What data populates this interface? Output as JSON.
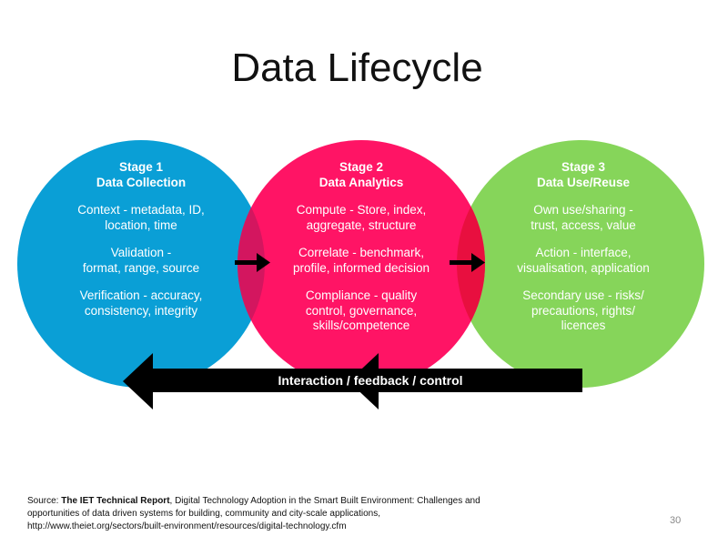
{
  "title": "Data Lifecycle",
  "colors": {
    "stage1": "#0a9fd6",
    "stage2": "#ff1465",
    "stage3": "#86d55a",
    "overlap12": "#d3165f",
    "overlap23": "#e80f3f",
    "arrow": "#000000"
  },
  "stages": [
    {
      "stage": "Stage 1",
      "name": "Data Collection",
      "items": [
        [
          "Context - metadata, ID,",
          "location, time"
        ],
        [
          "Validation -",
          "format, range, source"
        ],
        [
          "Verification - accuracy,",
          "consistency, integrity"
        ]
      ]
    },
    {
      "stage": "Stage 2",
      "name": "Data Analytics",
      "items": [
        [
          "Compute - Store, index,",
          "aggregate, structure"
        ],
        [
          "Correlate - benchmark,",
          "profile, informed decision"
        ],
        [
          "Compliance - quality",
          "control, governance,",
          "skills/competence"
        ]
      ]
    },
    {
      "stage": "Stage 3",
      "name": "Data Use/Reuse",
      "items": [
        [
          "Own use/sharing -",
          "trust, access, value"
        ],
        [
          "Action - interface,",
          "visualisation, application"
        ],
        [
          "Secondary use - risks/",
          "precautions, rights/",
          "licences"
        ]
      ]
    }
  ],
  "feedback_label": "Interaction / feedback / control",
  "source": {
    "prefix": "Source: ",
    "report": "The IET Technical Report",
    "line1_rest": ", Digital Technology Adoption in the Smart Built Environment:  Challenges and",
    "line2": "opportunities of data driven systems for building, community and city-scale applications,",
    "line3": " http://www.theiet.org/sectors/built-environment/resources/digital-technology.cfm"
  },
  "page_number": "30"
}
